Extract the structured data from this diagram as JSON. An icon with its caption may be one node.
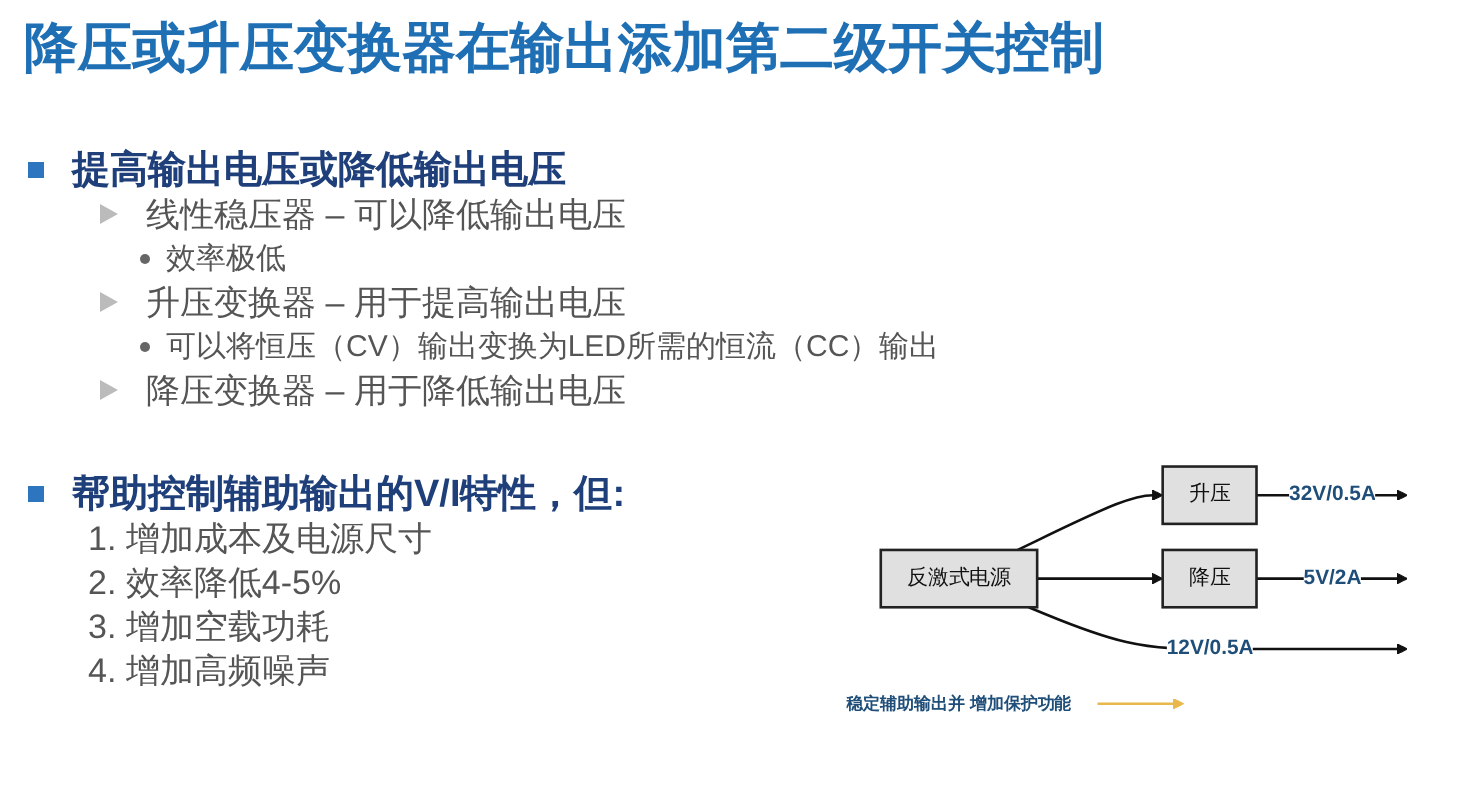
{
  "diagram": {
    "title": "降压或升压变换器在输出添加第二级开关控制",
    "nodes": [
      {
        "text": [
          "反激式电源"
        ]
      },
      {
        "text": [
          "升压"
        ]
      },
      {
        "text": [
          "降压"
        ]
      },
      {
        "text": [
          "稳定辅助输出并 增加保护功能"
        ]
      }
    ],
    "edges": [
      {
        "from": 0,
        "to": 1,
        "arrow": "to"
      },
      {
        "from": 0,
        "to": 2,
        "arrow": "to"
      },
      {
        "from": 1,
        "to": null,
        "arrow": "to",
        "label": "32V/0.5A"
      },
      {
        "from": 0,
        "to": null,
        "arrow": "to",
        "label": "12V/0.5A"
      },
      {
        "from": 2,
        "to": null,
        "arrow": "to",
        "label": "5V/2A"
      },
      {
        "from": 3,
        "to": null,
        "arrow": "to",
        "color": "#e8b84a"
      }
    ],
    "labels": [
      "提高输出电压或降低输出电压",
      "线性稳压器 – 可以降低输出电压",
      "效率极低",
      "升压变换器 – 用于提高输出电压",
      "可以将恒压（CV）输出变换为LED所需的恒流（CC）输出",
      "降压变换器 – 用于降低输出电压",
      "帮助控制辅助输出的V/I特性，但:",
      "1. 增加成本及电源尺寸",
      "2. 效率降低4-5%",
      "3. 增加空载功耗",
      "4. 增加高频噪声"
    ]
  }
}
